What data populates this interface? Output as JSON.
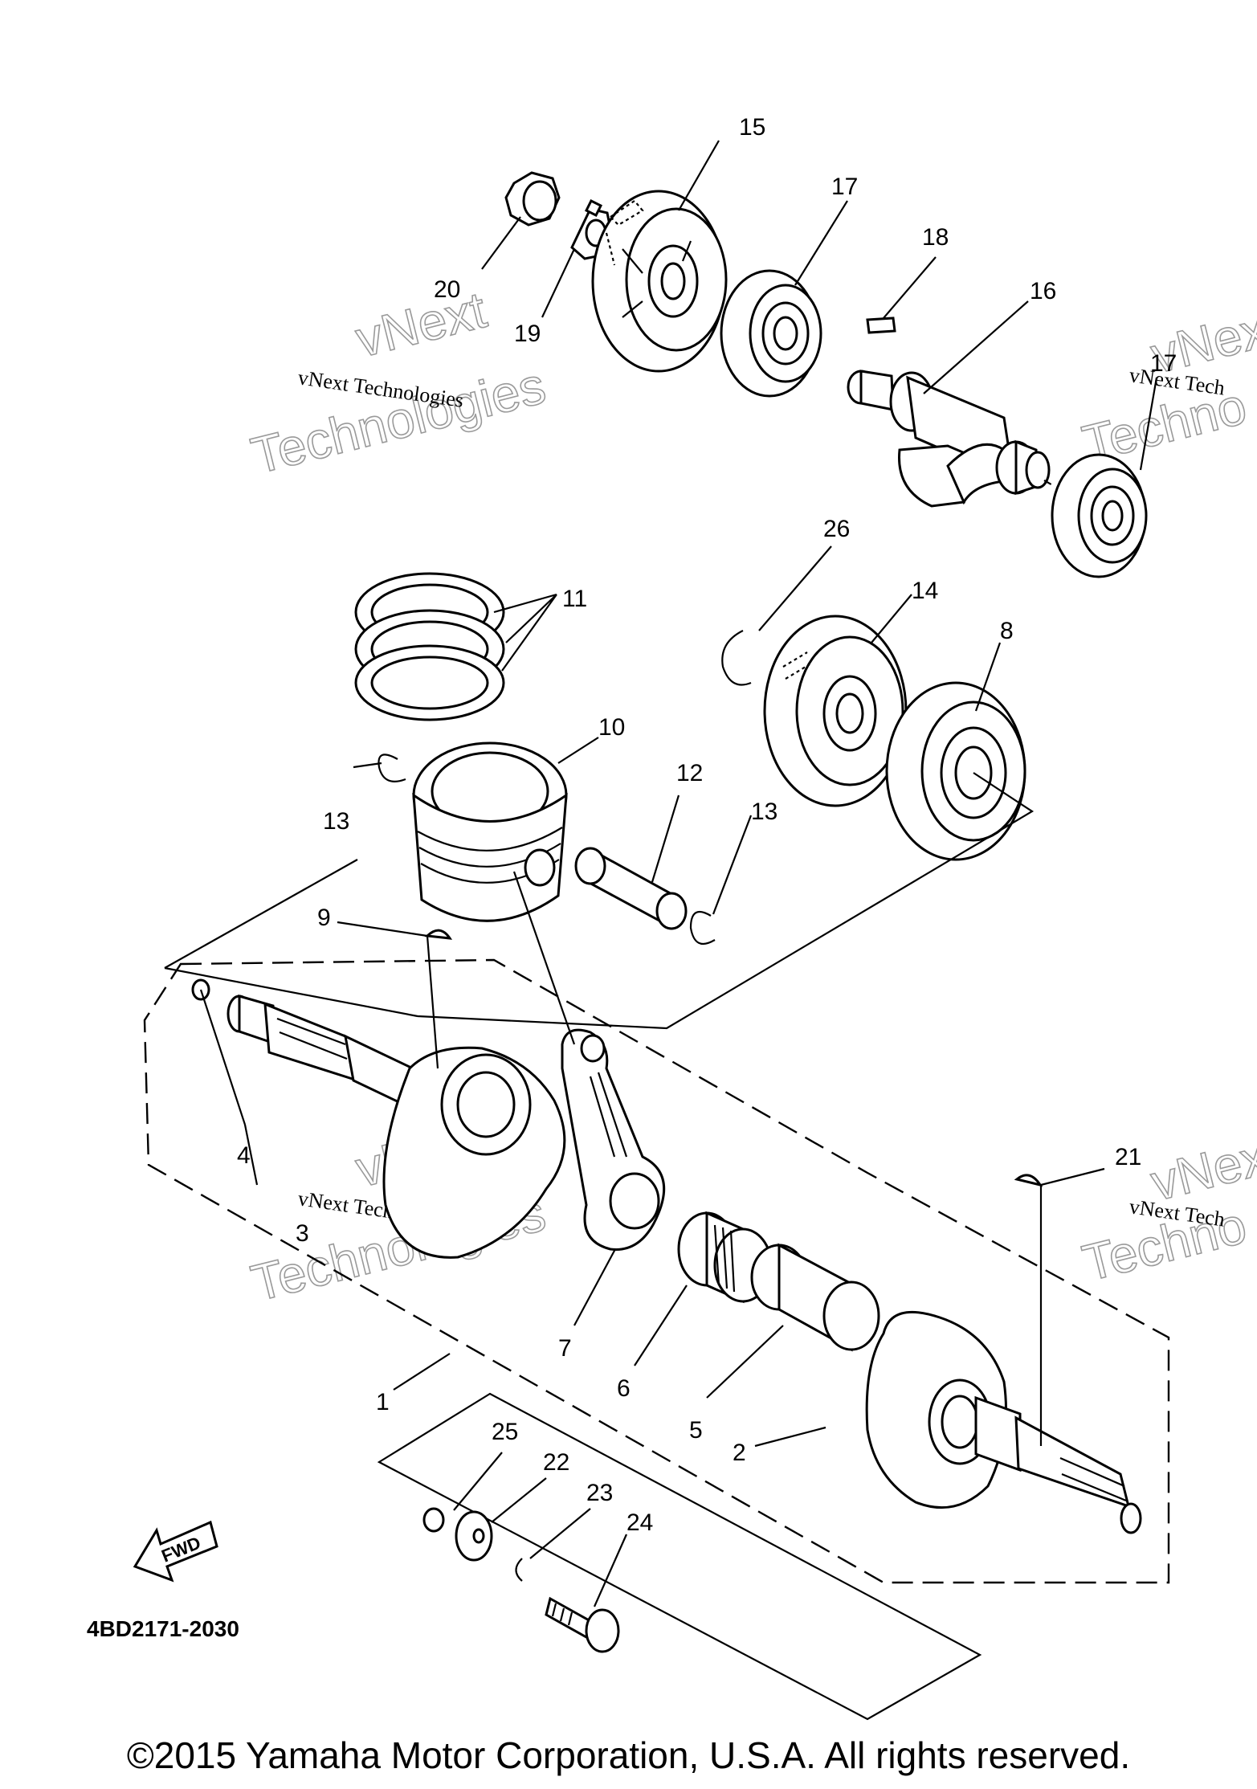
{
  "diagram": {
    "callouts": [
      {
        "id": "c15",
        "label": "15"
      },
      {
        "id": "c17a",
        "label": "17"
      },
      {
        "id": "c18",
        "label": "18"
      },
      {
        "id": "c16",
        "label": "16"
      },
      {
        "id": "c17b",
        "label": "17"
      },
      {
        "id": "c20",
        "label": "20"
      },
      {
        "id": "c19",
        "label": "19"
      },
      {
        "id": "c26",
        "label": "26"
      },
      {
        "id": "c14",
        "label": "14"
      },
      {
        "id": "c8",
        "label": "8"
      },
      {
        "id": "c11",
        "label": "11"
      },
      {
        "id": "c10",
        "label": "10"
      },
      {
        "id": "c12",
        "label": "12"
      },
      {
        "id": "c13a",
        "label": "13"
      },
      {
        "id": "c13b",
        "label": "13"
      },
      {
        "id": "c9",
        "label": "9"
      },
      {
        "id": "c4",
        "label": "4"
      },
      {
        "id": "c3",
        "label": "3"
      },
      {
        "id": "c21",
        "label": "21"
      },
      {
        "id": "c7",
        "label": "7"
      },
      {
        "id": "c6",
        "label": "6"
      },
      {
        "id": "c5",
        "label": "5"
      },
      {
        "id": "c2",
        "label": "2"
      },
      {
        "id": "c1",
        "label": "1"
      },
      {
        "id": "c25",
        "label": "25"
      },
      {
        "id": "c22",
        "label": "22"
      },
      {
        "id": "c23",
        "label": "23"
      },
      {
        "id": "c24",
        "label": "24"
      }
    ],
    "fwd_label": "FWD",
    "drawing_code": "4BD2171-2030",
    "watermark": {
      "small": "vNext Technologies",
      "big_line1": "vNext",
      "big_line2": "Technologies",
      "right_small": "vNext Tech",
      "right_big1": "vNex",
      "right_big2": "Techno"
    }
  },
  "footer": {
    "copyright": "©2015 Yamaha Motor Corporation, U.S.A. All rights reserved."
  }
}
